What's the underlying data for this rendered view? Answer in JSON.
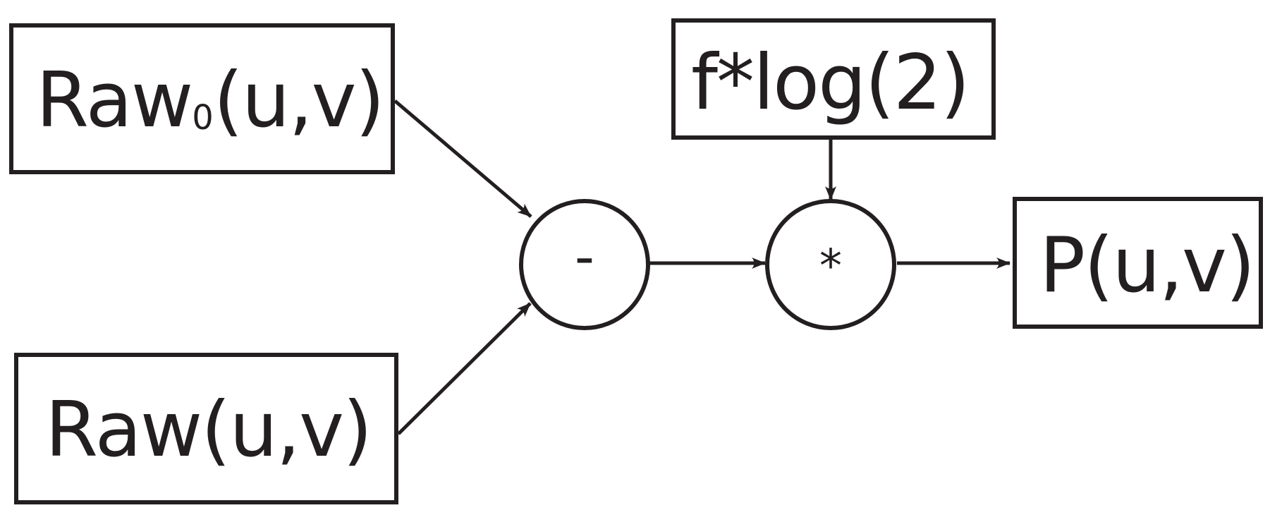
{
  "diagram": {
    "inputs": {
      "raw0": {
        "base": "Raw",
        "subscript": "0",
        "args": "(u,v)"
      },
      "raw": {
        "label": "Raw(u,v)"
      }
    },
    "factor": {
      "label": "f*log(2)"
    },
    "output": {
      "label": "P(u,v)"
    },
    "operators": {
      "subtract": {
        "symbol": "-"
      },
      "multiply": {
        "symbol": "*"
      }
    },
    "colors": {
      "stroke": "#231f20",
      "background": "#ffffff"
    }
  }
}
